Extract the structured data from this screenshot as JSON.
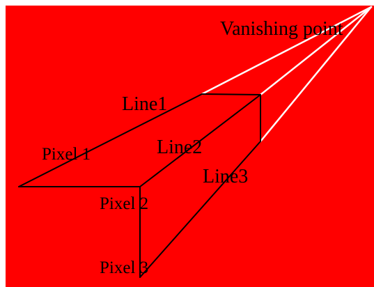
{
  "colors": {
    "background": "#ff0000",
    "edges": "#000000",
    "projection_lines": "#ffffff",
    "text": "#000000"
  },
  "labels": {
    "vanishing_point": "Vanishing point",
    "line1": "Line1",
    "line2": "Line2",
    "line3": "Line3",
    "pixel1": "Pixel 1",
    "pixel2": "Pixel 2",
    "pixel3": "Pixel 3"
  }
}
